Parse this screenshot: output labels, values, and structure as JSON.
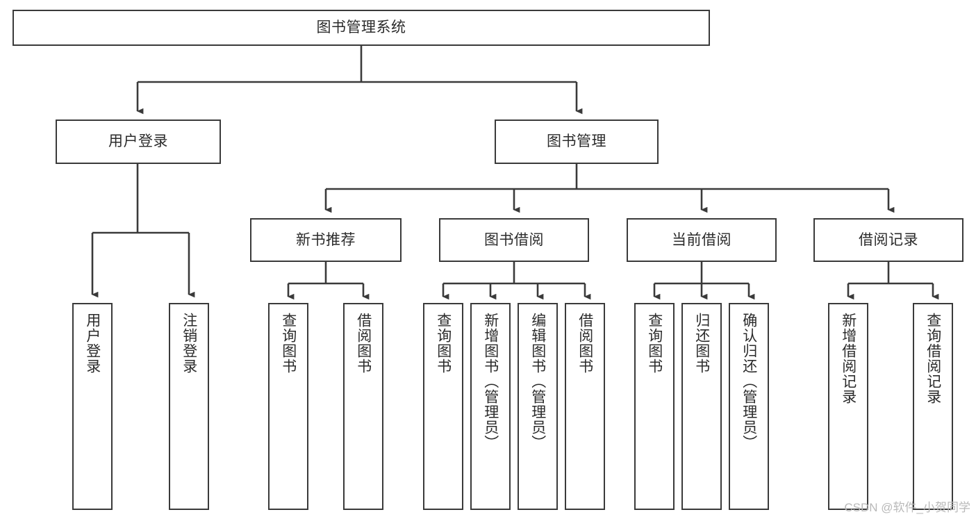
{
  "diagram": {
    "title": "图书管理系统",
    "type": "tree-hierarchy-diagram",
    "watermark": "CSDN @软件_小贺同学",
    "colors": {
      "box_border": "#3a3a3a",
      "box_fill": "#ffffff",
      "connector": "#3a3a3a",
      "text": "#2b2b2b",
      "watermark": "#b9b9b9",
      "background": "#ffffff"
    },
    "root": {
      "label": "图书管理系统"
    },
    "level2": [
      {
        "label": "用户登录"
      },
      {
        "label": "图书管理"
      }
    ],
    "level3": [
      {
        "label": "新书推荐"
      },
      {
        "label": "图书借阅"
      },
      {
        "label": "当前借阅"
      },
      {
        "label": "借阅记录"
      }
    ],
    "leaves": {
      "user_login": [
        {
          "label": "用户登录"
        },
        {
          "label": "注销登录"
        }
      ],
      "new_book_recommend": [
        {
          "label": "查询图书"
        },
        {
          "label": "借阅图书"
        }
      ],
      "book_borrow": [
        {
          "label": "查询图书"
        },
        {
          "label": "新增图书（管理员）"
        },
        {
          "label": "编辑图书（管理员）"
        },
        {
          "label": "借阅图书"
        }
      ],
      "current_borrow": [
        {
          "label": "查询图书"
        },
        {
          "label": "归还图书"
        },
        {
          "label": "确认归还（管理员）"
        }
      ],
      "borrow_records": [
        {
          "label": "新增借阅记录"
        },
        {
          "label": "查询借阅记录"
        }
      ]
    }
  }
}
